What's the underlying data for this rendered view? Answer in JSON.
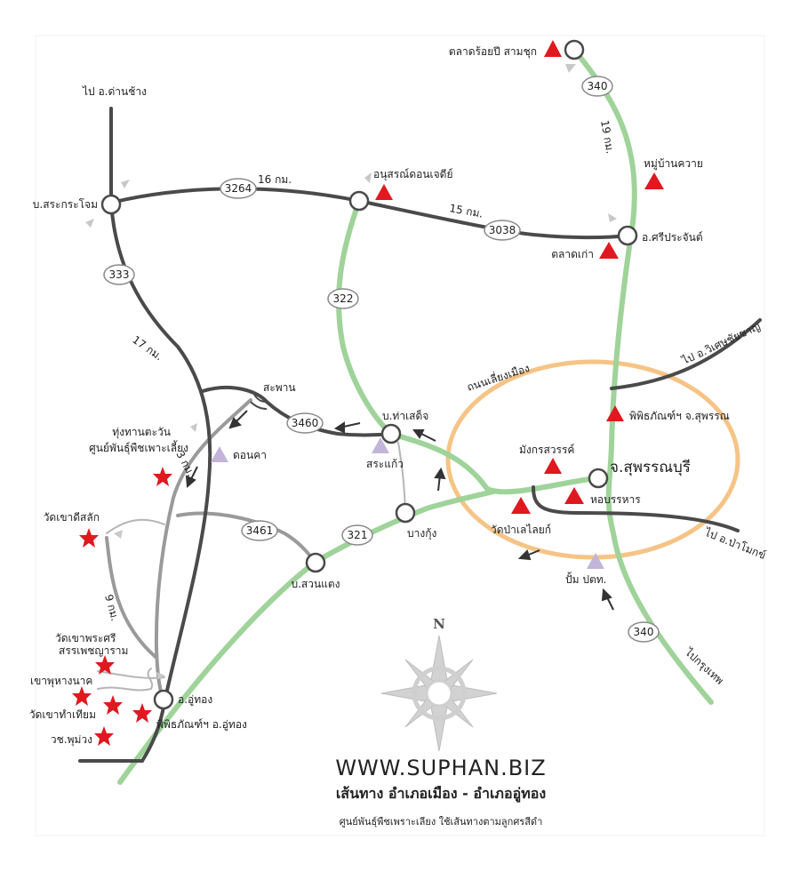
{
  "map": {
    "watermark": "WWW.SUPHAN.BIZ",
    "title": "เส้นทาง อำเภอเมือง - อำเภออู่ทอง",
    "subtitle": "ศูนย์พันธุ์พืชเพราะเลียง ใช้เส้นทางตามลูกศรสีดำ",
    "compass_label": "N",
    "colors": {
      "main_road": "#4a4a4a",
      "green_road": "#9fd39a",
      "light_road": "#9a9a9a",
      "city_ring": "#f5c486",
      "triangle_red": "#e0181f",
      "triangle_lilac": "#c3b4d9",
      "star": "#e01920",
      "shield_border": "#8a8a8a"
    },
    "shields": {
      "s340_top": "340",
      "s3264": "3264",
      "s3038": "3038",
      "s333": "333",
      "s322": "322",
      "s3460": "3460",
      "s3461": "3461",
      "s321": "321",
      "s340_bottom": "340"
    },
    "distances": {
      "d19": "19 กม.",
      "d16": "16 กม.",
      "d15": "15 กม.",
      "d17": "17 กม.",
      "d3": "3 กม.",
      "d9": "9 กม."
    },
    "directions": {
      "to_danchang": "ไป อ.ด่านช้าง",
      "to_wisetchai": "ไป อ.วิเศษชัยชาญ",
      "to_pamok": "ไป อ.ป่าโมกข์",
      "to_bangkok": "ไปกรุงเทพ",
      "bypass_road": "ถนนเลี่ยงเมือง"
    },
    "places": {
      "talat_roipi": "ตลาดร้อยปี สามชุก",
      "moo_ban_kwai": "หมู่บ้านควาย",
      "anusorn": "อนุสรณ์ดอนเจดีย์",
      "sri_prachan": "อ.ศรีประจันต์",
      "talat_kao": "ตลาดเก่า",
      "sa_krachom": "บ.สระกระโจม",
      "saphan": "สะพาน",
      "thung_tawan": "ทุ่งทานตะวัน",
      "soon_phan": "ศูนย์พันธุ์พืชเพาะเลี้ยง",
      "don_kha": "ดอนคา",
      "ban_tha_sadet": "บ.ท่าเสด็จ",
      "sa_kaeo": "สระแก้ว",
      "bang_kung": "บางกุ้ง",
      "ban_suan_taeng": "บ.สวนแตง",
      "wat_khao_di_salak": "วัดเขาดีสลัก",
      "wat_khao_phra_1": "วัดเขาพระศรี",
      "wat_khao_phra_2": "สรรเพชญาราม",
      "khao_phu_nak": "เขาพุหางนาค",
      "wat_khao_tha_khian": "วัดเขาทำเทียม",
      "wch_phu_muang": "วช.พุม่วง",
      "u_thong": "อ.อู่ทอง",
      "museum_u_thong": "พิพิธภัณฑ์ฯ อ.อู่ทอง",
      "museum_suphan": "พิพิธภัณฑ์ฯ จ.สุพรรณ",
      "mangkorn_sawan": "มังกรสวรรค์",
      "suphanburi": "จ.สุพรรณบุรี",
      "ho_khon": "หอบรรหาร",
      "wat_pa_lelai": "วัดป่าเลไลยก์",
      "pump_ptt": "ปั้ม ปตท."
    }
  }
}
